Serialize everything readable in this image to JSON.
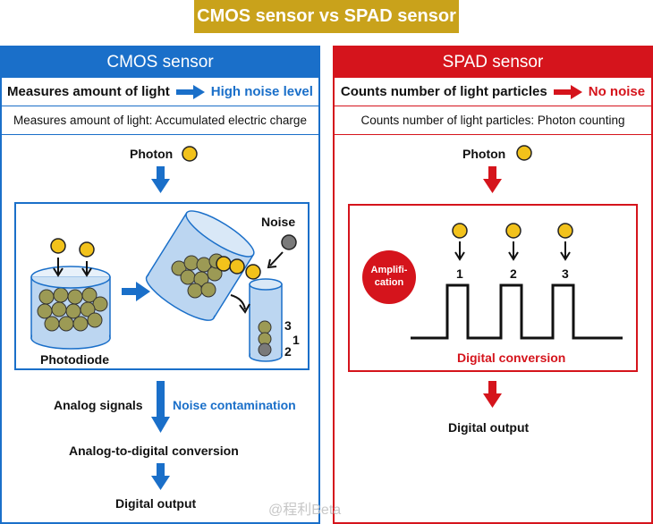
{
  "title": "CMOS sensor vs SPAD sensor",
  "cmos": {
    "header": "CMOS sensor",
    "measure_text": "Measures amount of light",
    "measure_result": "High noise level",
    "subtitle": "Measures amount of light: Accumulated electric charge",
    "photon_label": "Photon",
    "noise_label": "Noise",
    "photodiode_label": "Photodiode",
    "counts": [
      "3",
      "1",
      "2"
    ],
    "analog_label": "Analog signals",
    "noise_contamination": "Noise contamination",
    "adc_label": "Analog-to-digital conversion",
    "output_label": "Digital output"
  },
  "spad": {
    "header": "SPAD sensor",
    "measure_text": "Counts number of light particles",
    "measure_result": "No noise",
    "subtitle": "Counts number of light particles: Photon counting",
    "photon_label": "Photon",
    "amplification_label": "Amplifi-\ncation",
    "pulse_numbers": [
      "1",
      "2",
      "3"
    ],
    "conversion_label": "Digital conversion",
    "output_label": "Digital output"
  },
  "watermark": "@程利Beta",
  "colors": {
    "blue": "#1a6fc9",
    "red": "#d5141c",
    "gold": "#c9a21b",
    "photon": "#f2c21b",
    "particle": "#9c9a55",
    "noise": "#7a7a7a"
  }
}
